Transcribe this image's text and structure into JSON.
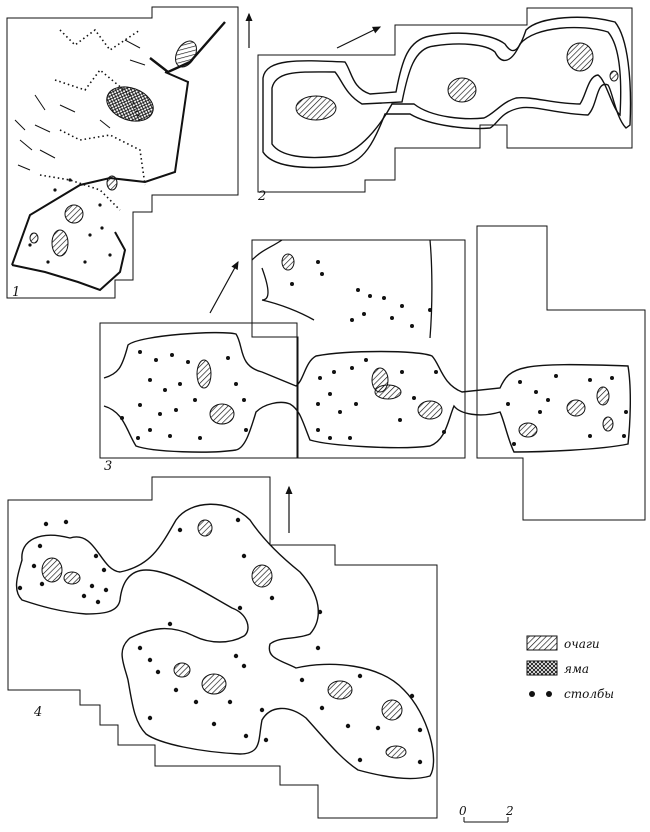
{
  "figures": [
    {
      "id": "1",
      "label": "1"
    },
    {
      "id": "2",
      "label": "2"
    },
    {
      "id": "3",
      "label": "3"
    },
    {
      "id": "4",
      "label": "4"
    }
  ],
  "legend": {
    "items": [
      {
        "key": "hearth",
        "label": "очаги",
        "pattern": "hatch"
      },
      {
        "key": "pit",
        "label": "яма",
        "pattern": "crosshatch"
      },
      {
        "key": "post",
        "label": "столбы",
        "pattern": "dots"
      }
    ]
  },
  "scale": {
    "start": "0",
    "end": "2"
  },
  "colors": {
    "ink": "#111111",
    "paper": "#ffffff"
  }
}
